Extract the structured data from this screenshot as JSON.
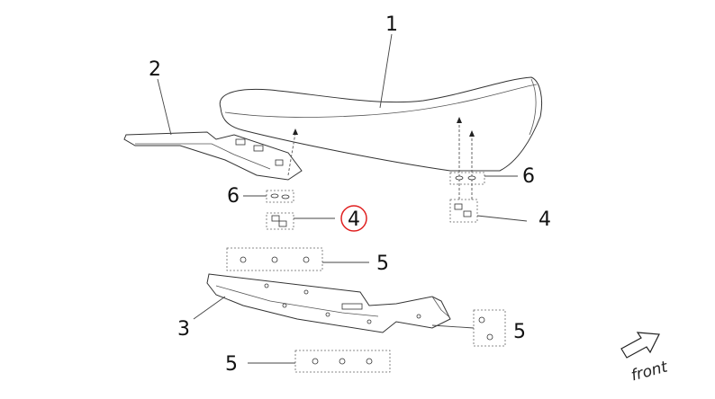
{
  "callouts": {
    "seat": "1",
    "rear_bracket": "2",
    "front_bracket": "3",
    "nut_highlighted": "4",
    "nut_right": "4",
    "bolts_top": "5",
    "bolts_right": "5",
    "bolts_bottom": "5",
    "washer_left": "6",
    "washer_right": "6"
  },
  "direction": {
    "label": "front",
    "icon": "arrow-icon"
  },
  "colors": {
    "highlight": "#e02020",
    "line": "#333333"
  }
}
